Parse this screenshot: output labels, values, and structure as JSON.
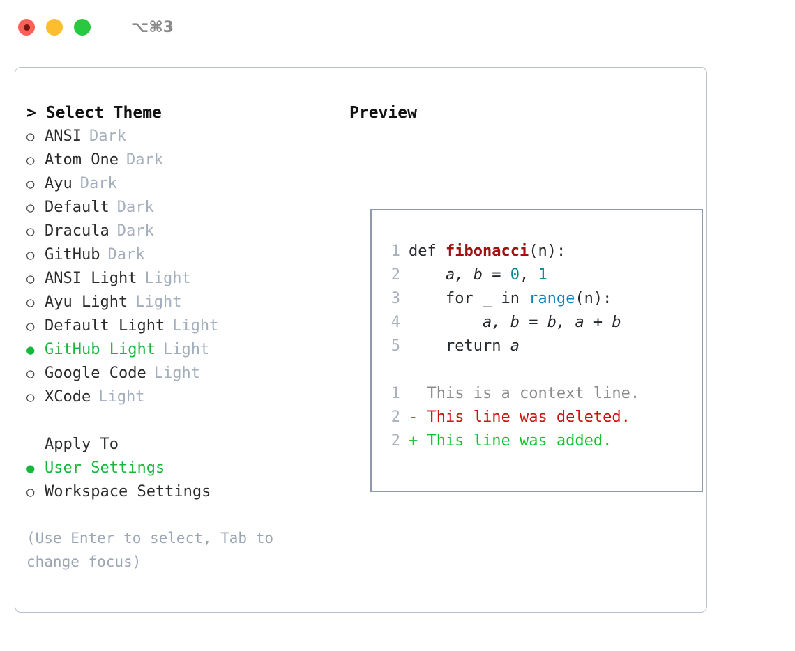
{
  "titlebar": {
    "shortcut": "⌥⌘3",
    "lights": [
      {
        "name": "close",
        "color": "#ff5f57"
      },
      {
        "name": "minimize",
        "color": "#fcbd2e"
      },
      {
        "name": "maximize",
        "color": "#28c840"
      }
    ]
  },
  "left": {
    "heading_caret": ">",
    "heading": "Select Theme",
    "marker_unselected": "○",
    "marker_selected": "●",
    "themes": [
      {
        "name": "ANSI",
        "variant": "Dark",
        "selected": false
      },
      {
        "name": "Atom One",
        "variant": "Dark",
        "selected": false
      },
      {
        "name": "Ayu",
        "variant": "Dark",
        "selected": false
      },
      {
        "name": "Default",
        "variant": "Dark",
        "selected": false
      },
      {
        "name": "Dracula",
        "variant": "Dark",
        "selected": false
      },
      {
        "name": "GitHub",
        "variant": "Dark",
        "selected": false
      },
      {
        "name": "ANSI Light",
        "variant": "Light",
        "selected": false
      },
      {
        "name": "Ayu Light",
        "variant": "Light",
        "selected": false
      },
      {
        "name": "Default Light",
        "variant": "Light",
        "selected": false
      },
      {
        "name": "GitHub Light",
        "variant": "Light",
        "selected": true
      },
      {
        "name": "Google Code",
        "variant": "Light",
        "selected": false
      },
      {
        "name": "XCode",
        "variant": "Light",
        "selected": false
      }
    ],
    "apply_to_heading": "Apply To",
    "apply_to": [
      {
        "name": "User Settings",
        "selected": true
      },
      {
        "name": "Workspace Settings",
        "selected": false
      }
    ],
    "hint": "(Use Enter to select, Tab to change focus)"
  },
  "right": {
    "heading": "Preview",
    "code_lines": [
      {
        "num": "1",
        "tokens": [
          {
            "text": "def ",
            "type": "plain"
          },
          {
            "text": "fibonacci",
            "type": "func"
          },
          {
            "text": "(n):",
            "type": "plain"
          }
        ]
      },
      {
        "num": "2",
        "tokens": [
          {
            "text": "    ",
            "type": "plain"
          },
          {
            "text": "a, b",
            "type": "var"
          },
          {
            "text": " = ",
            "type": "plain"
          },
          {
            "text": "0",
            "type": "num"
          },
          {
            "text": ", ",
            "type": "plain"
          },
          {
            "text": "1",
            "type": "num"
          }
        ]
      },
      {
        "num": "3",
        "tokens": [
          {
            "text": "    for _ in ",
            "type": "plain"
          },
          {
            "text": "range",
            "type": "builtin"
          },
          {
            "text": "(n):",
            "type": "plain"
          }
        ]
      },
      {
        "num": "4",
        "tokens": [
          {
            "text": "        ",
            "type": "plain"
          },
          {
            "text": "a, b",
            "type": "var"
          },
          {
            "text": " = ",
            "type": "plain"
          },
          {
            "text": "b, a + b",
            "type": "var"
          }
        ]
      },
      {
        "num": "5",
        "tokens": [
          {
            "text": "    return ",
            "type": "plain"
          },
          {
            "text": "a",
            "type": "var"
          }
        ]
      }
    ],
    "diff_lines": [
      {
        "num": "1",
        "sign": " ",
        "text": "This is a context line.",
        "kind": "context"
      },
      {
        "num": "2",
        "sign": "-",
        "text": "This line was deleted.",
        "kind": "deleted"
      },
      {
        "num": "2",
        "sign": "+",
        "text": "This line was added.",
        "kind": "added"
      }
    ]
  },
  "colors": {
    "selected_green": "#18b73b",
    "variant_muted": "#a4afbd",
    "diff_deleted": "#cc1111",
    "diff_added": "#10c22e",
    "diff_context": "#8b8b8b",
    "token_func": "#a01212",
    "token_num": "#00838a",
    "token_builtin": "#0f86b8",
    "line_number": "#a8b2bf"
  }
}
